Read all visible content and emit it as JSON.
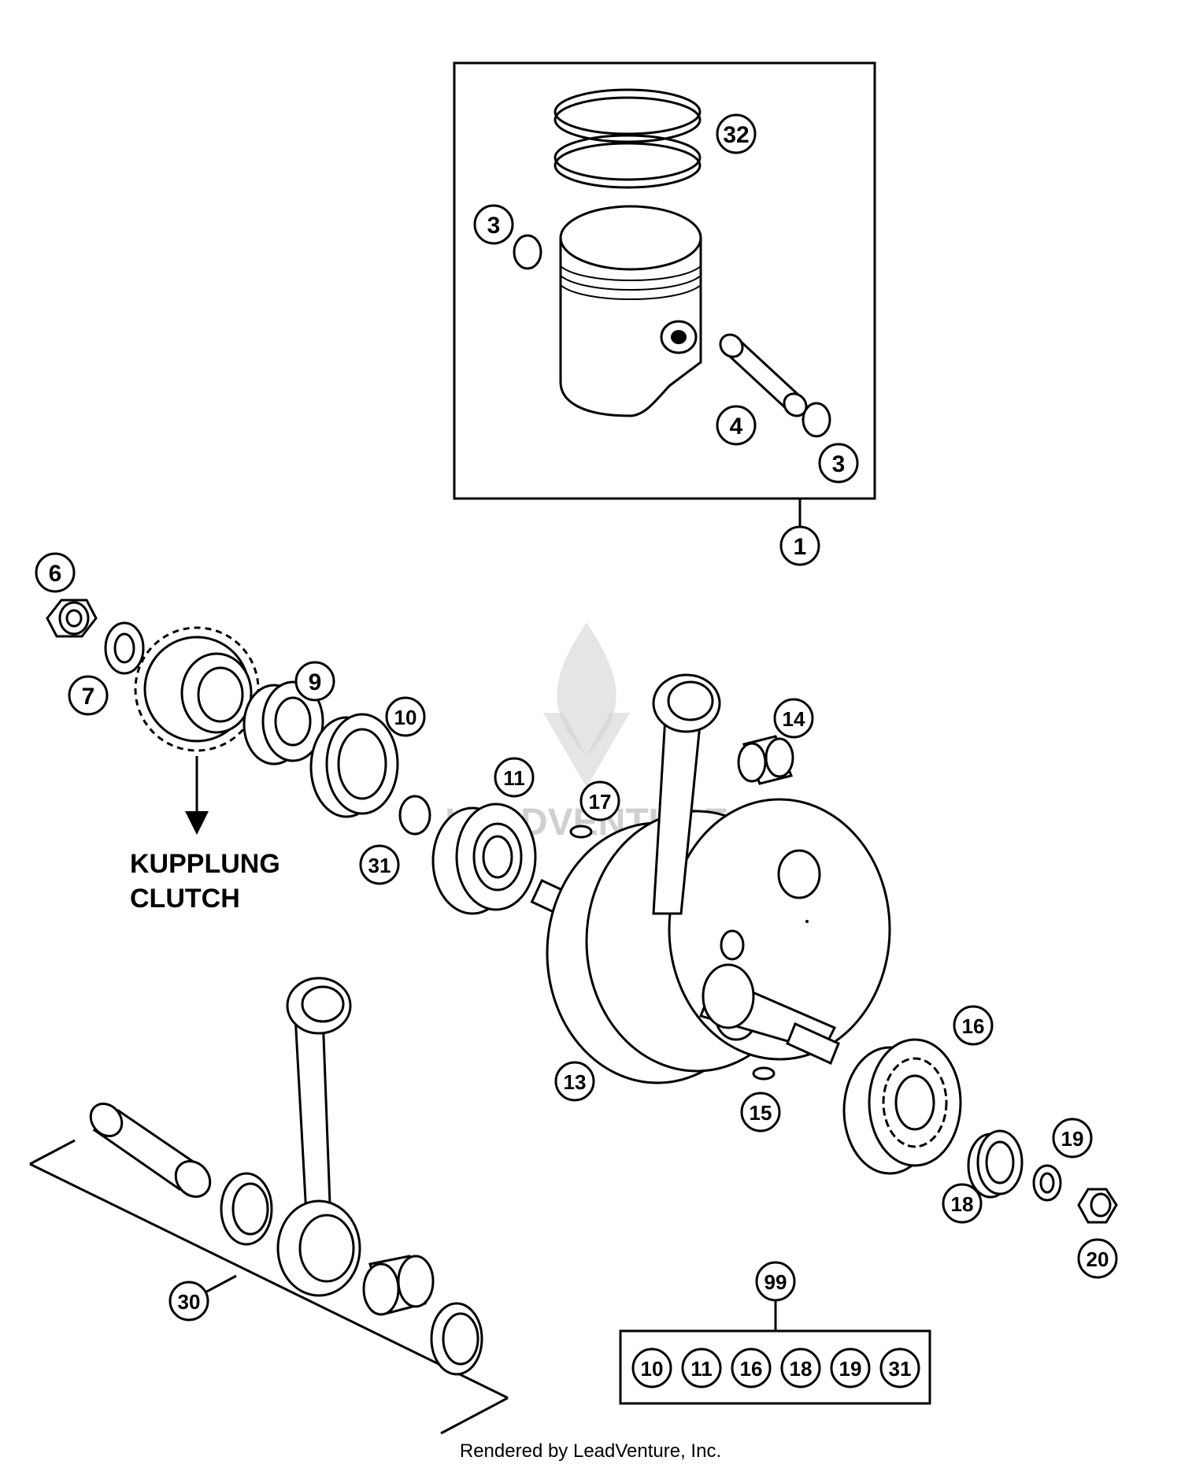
{
  "callouts": {
    "c1": "1",
    "c3a": "3",
    "c3b": "3",
    "c4": "4",
    "c6": "6",
    "c7": "7",
    "c9": "9",
    "c10": "10",
    "c11": "11",
    "c13": "13",
    "c14": "14",
    "c15": "15",
    "c16": "16",
    "c17": "17",
    "c18": "18",
    "c19": "19",
    "c20": "20",
    "c30": "30",
    "c31": "31",
    "c32": "32",
    "c99": "99"
  },
  "kit_99_parts": [
    "10",
    "11",
    "16",
    "18",
    "19",
    "31"
  ],
  "labels": {
    "kupplung": "KUPPLUNG",
    "clutch": "CLUTCH"
  },
  "footer": "Rendered by LeadVenture, Inc.",
  "watermark": "LEADVENTURE"
}
